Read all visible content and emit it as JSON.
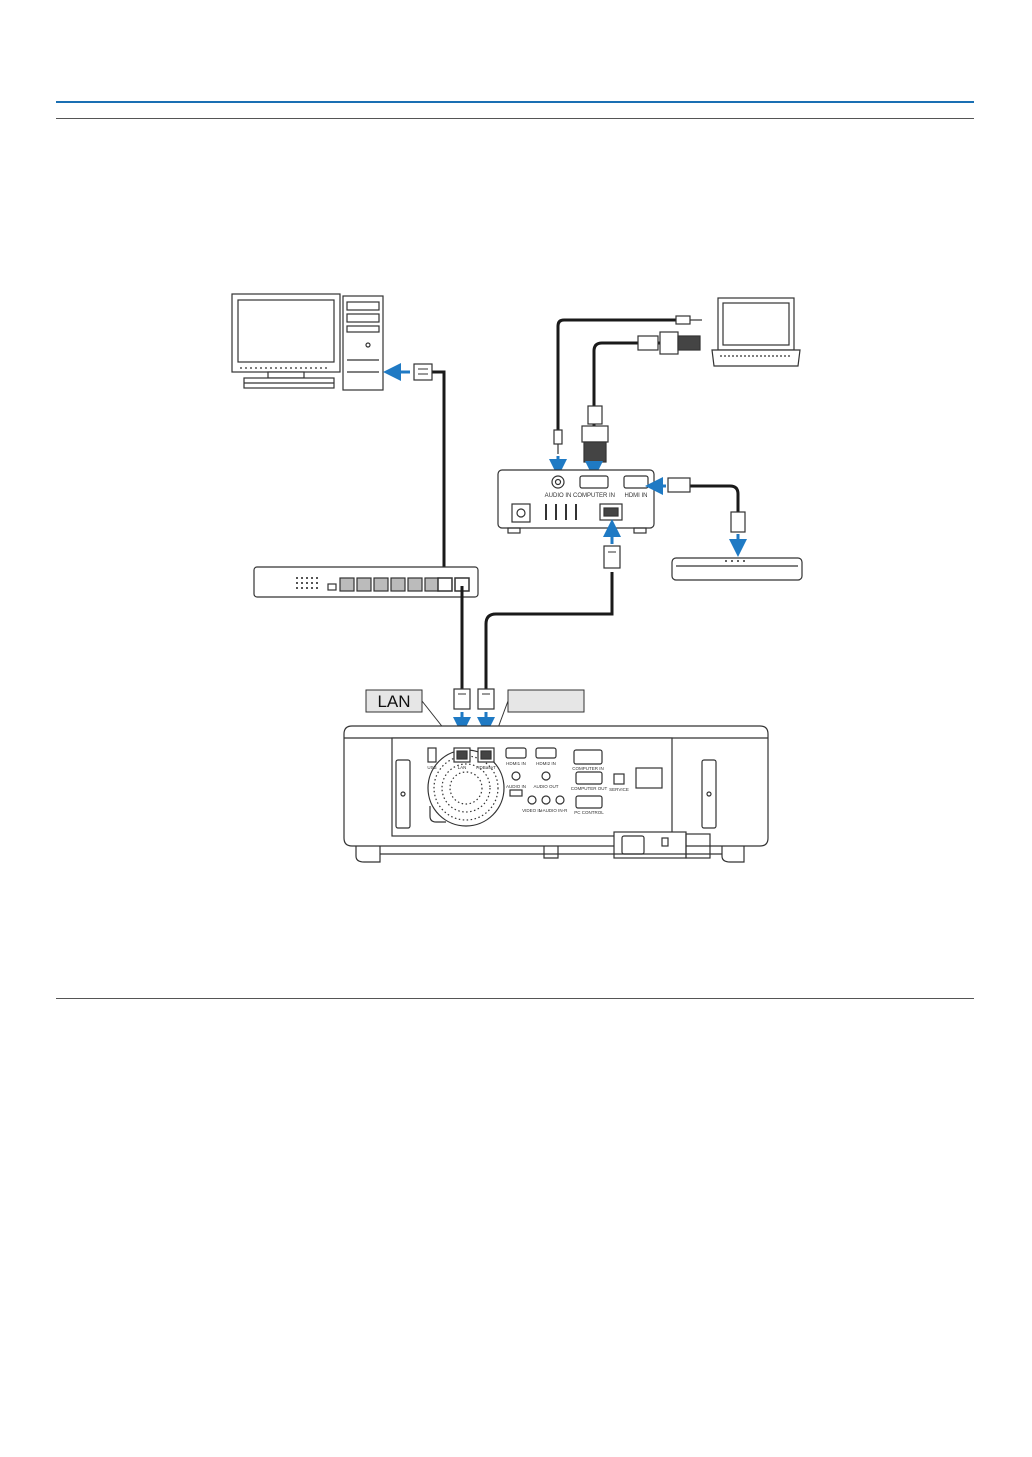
{
  "colors": {
    "accent_blue": "#1a6fb3",
    "arrow_blue": "#1f7ac4",
    "cable": "#1a1a1a",
    "device_line": "#333333",
    "label_box": "#e6e6e6"
  },
  "callouts": {
    "lan": "LAN",
    "hdbaset": ""
  },
  "transmitter": {
    "audio_in": "AUDIO IN",
    "computer_in": "COMPUTER IN",
    "hdmi_in": "HDMI IN"
  },
  "projector": {
    "usb": "USB",
    "lan": "LAN",
    "hdbaset": "HDBaseT",
    "hdmi1_in": "HDMI1 IN",
    "hdmi2_in": "HDMI2 IN",
    "computer_in": "COMPUTER IN",
    "audio_in": "AUDIO IN",
    "audio_out": "AUDIO OUT",
    "computer_out": "COMPUTER OUT",
    "service": "SERVICE",
    "video_in": "VIDEO IN",
    "l_audio_in_r": "L-AUDIO IN-R",
    "pc_control": "PC CONTROL"
  },
  "icons": [
    "desktop-monitor-icon",
    "tower-pc-icon",
    "network-hub-icon",
    "laptop-icon",
    "set-top-box-icon",
    "transmitter-box-icon",
    "projector-icon",
    "rj45-plug-icon",
    "hdmi-plug-icon",
    "vga-plug-icon",
    "mini-jack-plug-icon",
    "arrow-icon"
  ]
}
